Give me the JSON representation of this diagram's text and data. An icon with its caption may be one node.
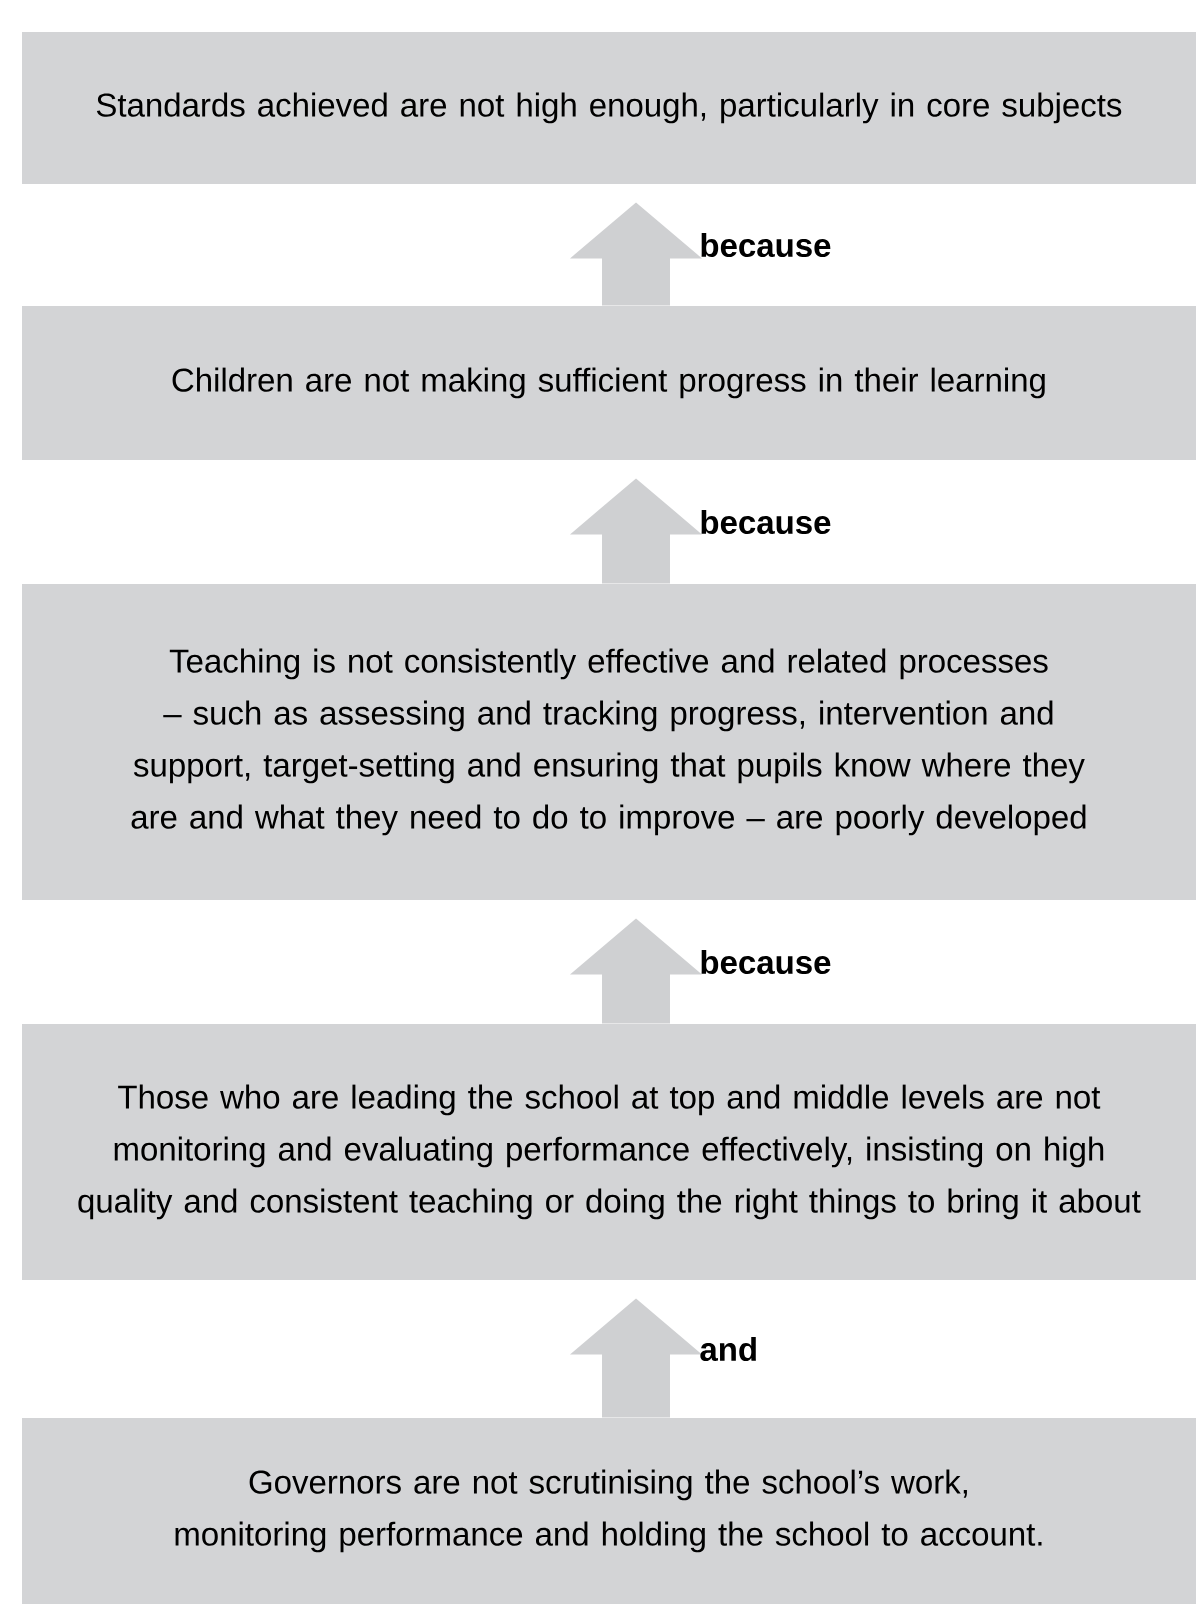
{
  "diagram": {
    "nodes": [
      {
        "text": [
          "Standards achieved are not high enough, particularly in core subjects"
        ]
      },
      {
        "text": [
          "Children are not making sufficient progress in their learning"
        ]
      },
      {
        "text": [
          "Teaching is not consistently effective and related processes – such as assessing and tracking progress, intervention and support, target-setting and ensuring that pupils know where they are and what they need to do to improve – are poorly developed"
        ]
      },
      {
        "text": [
          "Those who are leading the school at top and middle levels are not monitoring and evaluating performance effectively, insisting on high quality and consistent teaching or doing the right things to bring it about"
        ]
      },
      {
        "text": [
          "Governors are not scrutinising the school’s work, monitoring performance and holding the school to account."
        ]
      }
    ],
    "edges": [
      {
        "from": 1,
        "to": 0,
        "arrow": "to",
        "label": "because"
      },
      {
        "from": 2,
        "to": 1,
        "arrow": "to",
        "label": "because"
      },
      {
        "from": 3,
        "to": 2,
        "arrow": "to",
        "label": "because"
      },
      {
        "from": 4,
        "to": 3,
        "arrow": "to",
        "label": "and"
      }
    ]
  }
}
